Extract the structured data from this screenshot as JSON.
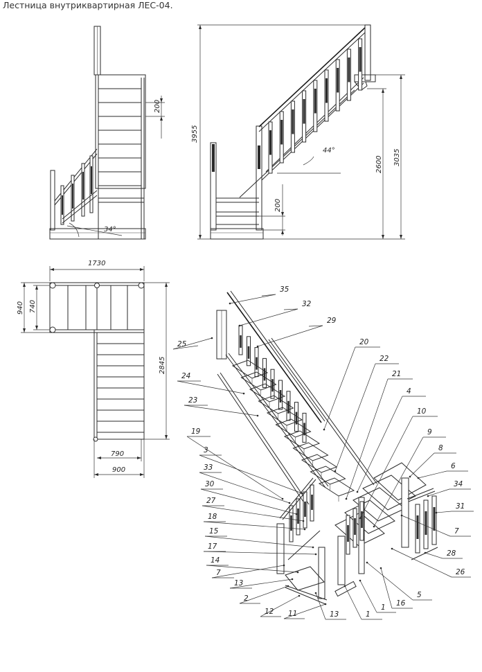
{
  "title": "Лестница внутриквартирная ЛЕС-04.",
  "dimensions": {
    "step_rise_side": "200",
    "total_height": "3955",
    "angle_upper": "44°",
    "height_2600": "2600",
    "height_3035": "3035",
    "step_rise_front": "200",
    "angle_lower": "34°",
    "width_total": "1730",
    "depth_940": "940",
    "depth_740": "740",
    "length_2845": "2845",
    "width_790": "790",
    "width_900": "900"
  },
  "callouts": [
    "35",
    "32",
    "29",
    "25",
    "20",
    "22",
    "21",
    "24",
    "23",
    "4",
    "10",
    "19",
    "9",
    "3",
    "8",
    "6",
    "33",
    "34",
    "30",
    "27",
    "31",
    "18",
    "7",
    "15",
    "17",
    "28",
    "14",
    "26",
    "7",
    "5",
    "13",
    "1",
    "2",
    "16",
    "12",
    "11",
    "13",
    "1"
  ]
}
